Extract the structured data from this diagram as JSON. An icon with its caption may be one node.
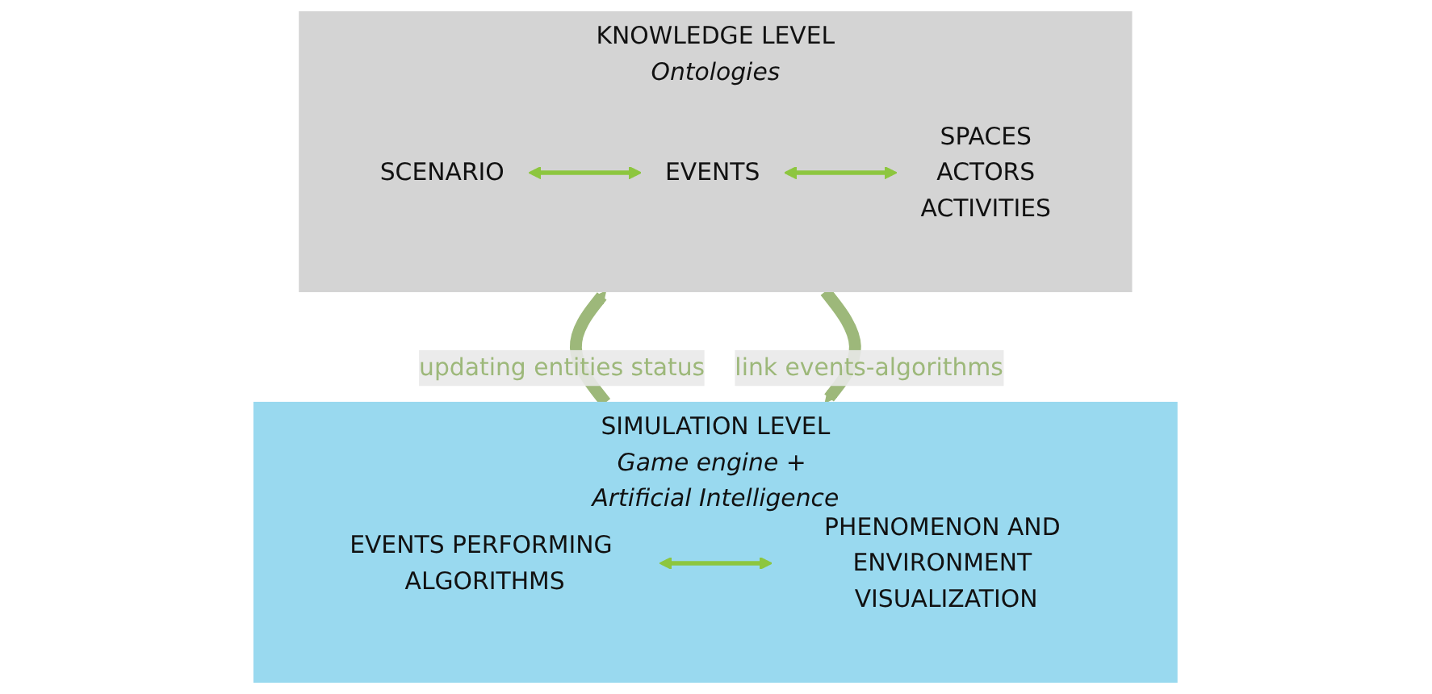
{
  "diagram": {
    "nodes": [
      {
        "text": [
          "KNOWLEDGE LEVEL"
        ],
        "beside": [
          "Ontologies"
        ]
      },
      {
        "text": [
          "SCENARIO"
        ],
        "in": 0
      },
      {
        "text": [
          "EVENTS"
        ],
        "in": 0
      },
      {
        "text": [
          "SPACES",
          "ACTORS",
          "ACTIVITIES"
        ],
        "in": 0
      },
      {
        "text": [
          "SIMULATION LEVEL"
        ],
        "beside": [
          "Game engine + Artificial Intelligence"
        ]
      },
      {
        "text": [
          "EVENTS PERFORMING ALGORITHMS"
        ],
        "in": 4
      },
      {
        "text": [
          "PHENOMENON AND ENVIRONMENT VISUALIZATION"
        ],
        "in": 4
      }
    ],
    "edges": [
      {
        "from": 1,
        "to": 2,
        "arrow": "both"
      },
      {
        "from": 2,
        "to": 3,
        "arrow": "both"
      },
      {
        "from": 0,
        "to": 4,
        "arrow": "to",
        "label": "link events-algorithms",
        "style": "thick",
        "color": "#9db87a"
      },
      {
        "from": 4,
        "to": 0,
        "arrow": "to",
        "label": "updating entities status",
        "style": "thick",
        "color": "#9db87a"
      },
      {
        "from": 5,
        "to": 6,
        "arrow": "both"
      }
    ]
  }
}
